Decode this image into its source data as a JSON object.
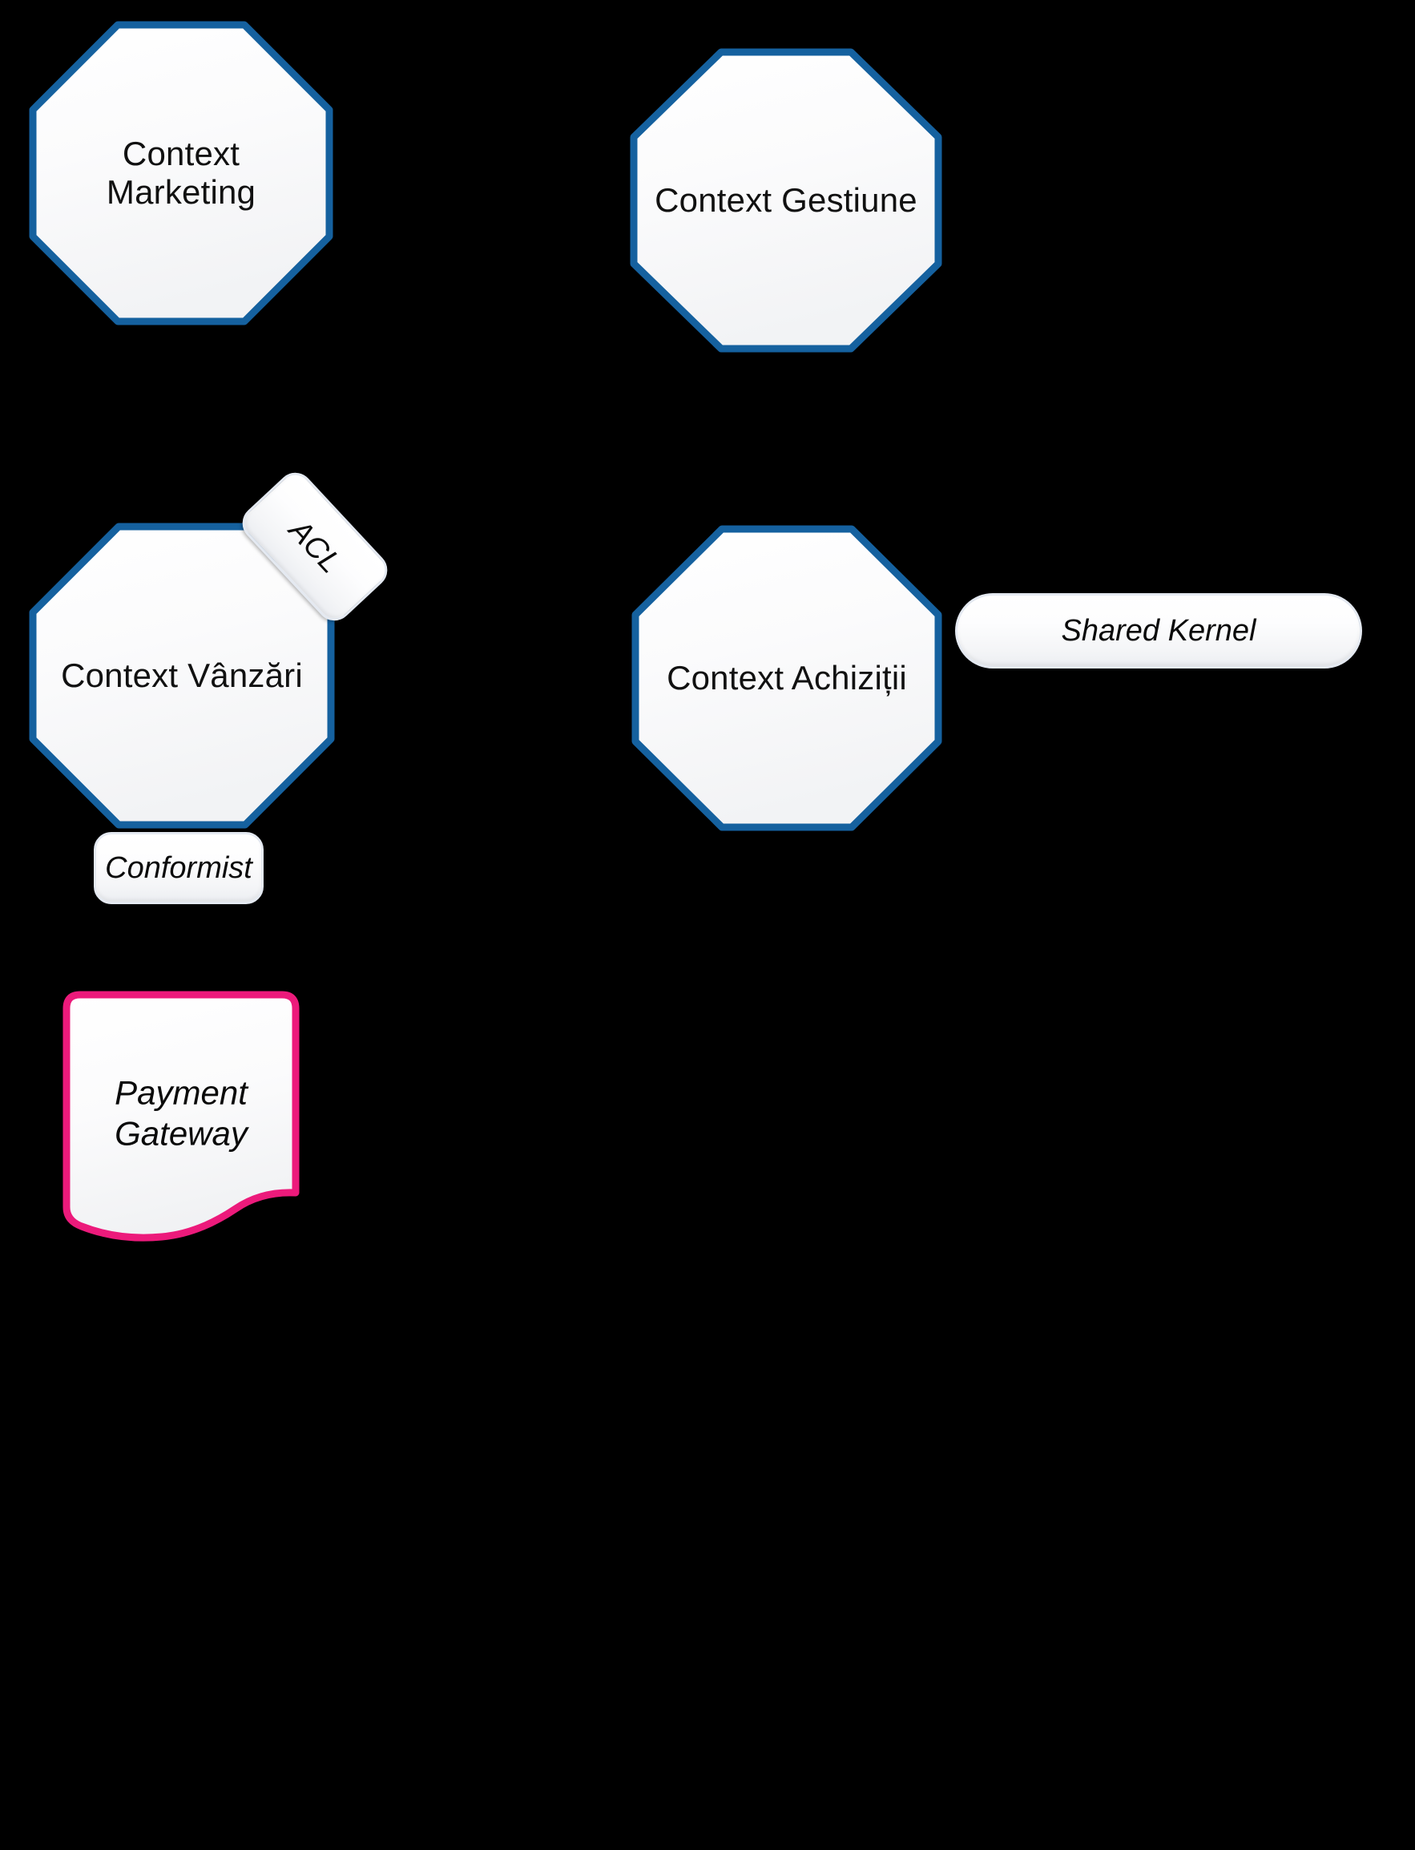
{
  "diagram": {
    "type": "context-map",
    "background_color": "#000000",
    "context_border_color": "#15619f",
    "context_fill_color": "#f7f8f9",
    "external_border_color": "#ec1a7b",
    "chip_border_color": "#e4e9f1",
    "connector_color": "#111111",
    "text_color": "#0a0a0a"
  },
  "contexts": [
    {
      "id": "marketing",
      "label": "Context Marketing",
      "shape": "octagon"
    },
    {
      "id": "gestiune",
      "label": "Context Gestiune",
      "shape": "octagon"
    },
    {
      "id": "vanzari",
      "label": "Context Vânzări",
      "shape": "octagon"
    },
    {
      "id": "achizitii",
      "label": "Context Achiziții",
      "shape": "octagon"
    }
  ],
  "relationships": [
    {
      "id": "shared-kernel",
      "label": "Shared Kernel",
      "shape": "pill",
      "rotation": 0
    },
    {
      "id": "acl",
      "label": "ACL",
      "shape": "rounded-rect",
      "rotation": 47
    },
    {
      "id": "conformist",
      "label": "Conformist",
      "shape": "rounded-rect",
      "rotation": 0
    }
  ],
  "external_systems": [
    {
      "id": "payment-gateway",
      "label_line1": "Payment",
      "label_line2": "Gateway",
      "shape": "note"
    }
  ]
}
